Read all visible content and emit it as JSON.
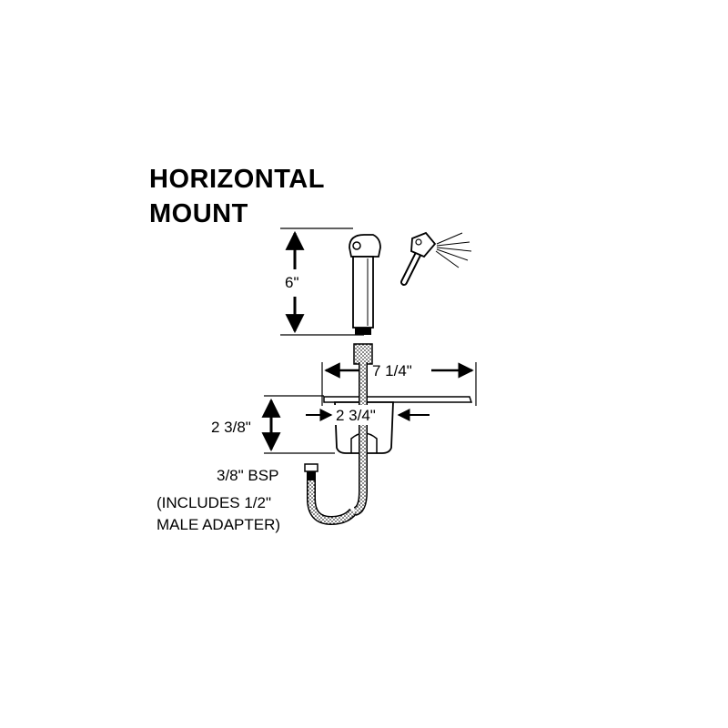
{
  "title": {
    "line1": "HORIZONTAL",
    "line2": "MOUNT"
  },
  "dimensions": {
    "height": "6\"",
    "width": "7 1/4\"",
    "depth": "2 3/8\"",
    "base": "2 3/4\""
  },
  "connection": {
    "line1": "3/8\" BSP",
    "line2": "(INCLUDES 1/2\"",
    "line3": "MALE ADAPTER)"
  }
}
